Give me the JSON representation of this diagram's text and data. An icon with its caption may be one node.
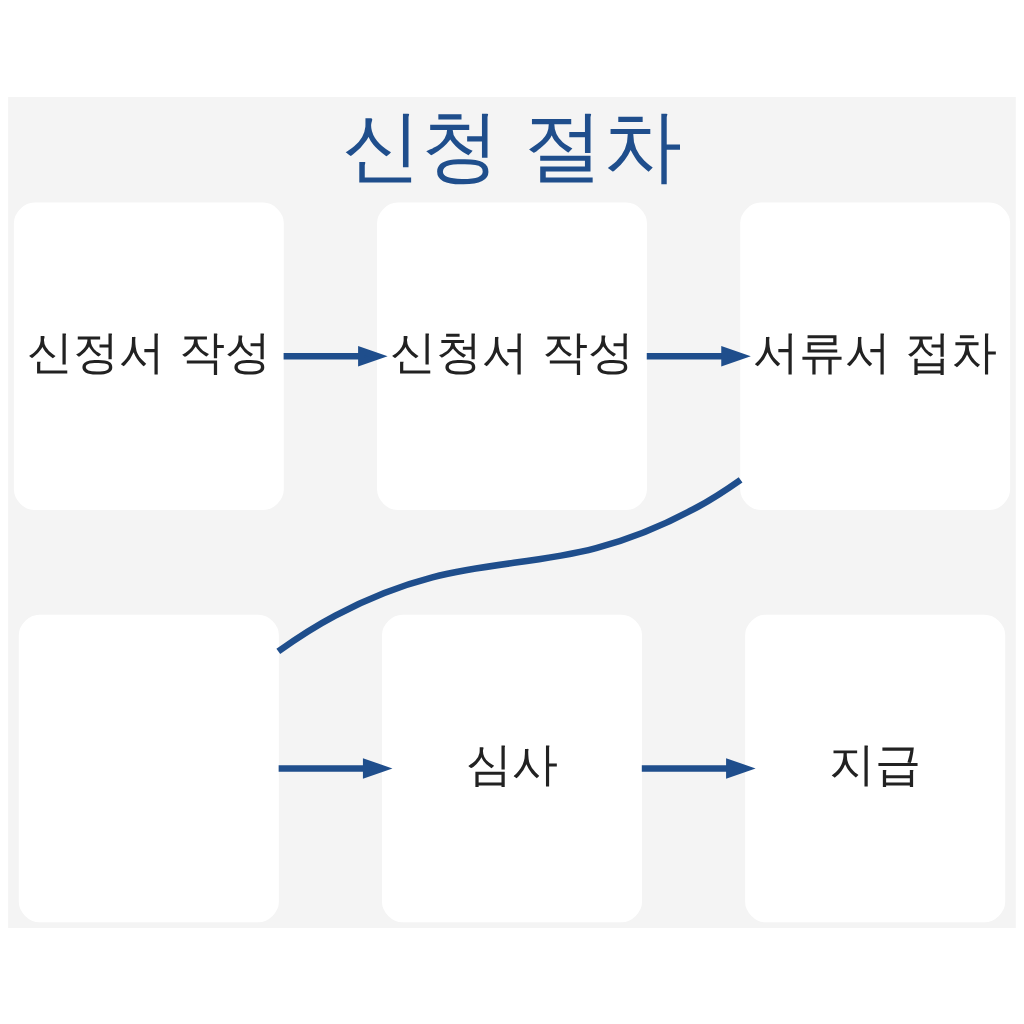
{
  "diagram": {
    "title": "신청 절차",
    "nodes": [
      {
        "text": [
          "신정서 작성"
        ]
      },
      {
        "text": [
          "신청서 작성"
        ]
      },
      {
        "text": [
          "서류서 접차"
        ]
      },
      {
        "text": [],
        "shape": "box"
      },
      {
        "text": [
          "심사"
        ]
      },
      {
        "text": [
          "지급"
        ]
      }
    ],
    "edges": [
      {
        "from": 0,
        "to": 1,
        "arrow": "to"
      },
      {
        "from": 1,
        "to": 2,
        "arrow": "to"
      },
      {
        "from": 2,
        "to": 3,
        "arrow": "none"
      },
      {
        "from": 3,
        "to": 4,
        "arrow": "to"
      },
      {
        "from": 4,
        "to": 5,
        "arrow": "to"
      }
    ]
  }
}
